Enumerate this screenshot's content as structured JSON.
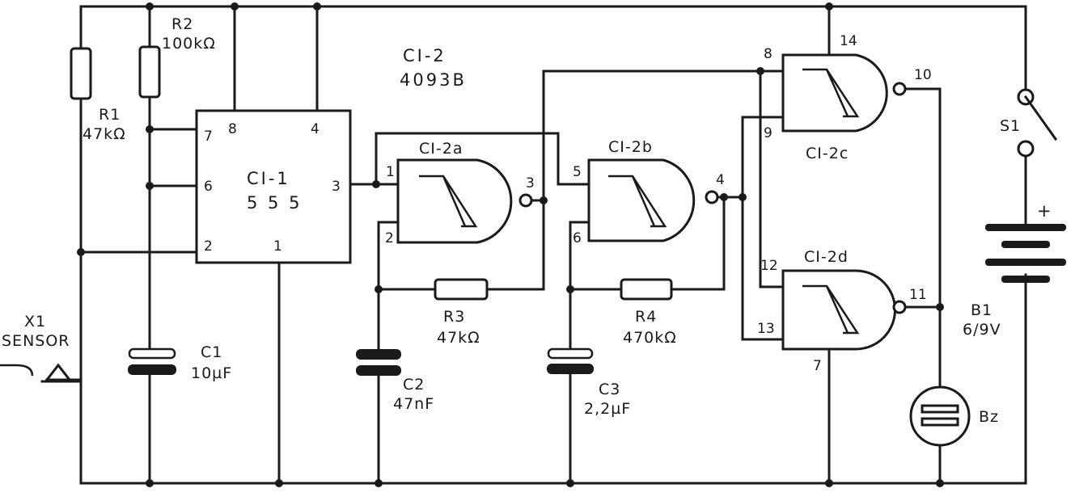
{
  "supply": {
    "label": "B1",
    "voltage": "6/9V",
    "plus": "+"
  },
  "switch": {
    "label": "S1"
  },
  "sensor": {
    "ref": "X1",
    "name": "SENSOR"
  },
  "resistors": {
    "r1": {
      "ref": "R1",
      "value": "47kΩ"
    },
    "r2": {
      "ref": "R2",
      "value": "100kΩ"
    },
    "r3": {
      "ref": "R3",
      "value": "47kΩ"
    },
    "r4": {
      "ref": "R4",
      "value": "470kΩ"
    }
  },
  "capacitors": {
    "c1": {
      "ref": "C1",
      "value": "10µF"
    },
    "c2": {
      "ref": "C2",
      "value": "47nF"
    },
    "c3": {
      "ref": "C3",
      "value": "2,2µF"
    }
  },
  "ci1": {
    "ref": "CI-1",
    "part": "5 5 5",
    "pins": {
      "p7": "7",
      "p8": "8",
      "p4": "4",
      "p6": "6",
      "p3": "3",
      "p2": "2",
      "p1": "1"
    }
  },
  "ci2": {
    "ref": "CI-2",
    "part": "4093B",
    "a": {
      "ref": "CI-2a",
      "in1": "1",
      "in2": "2",
      "out": "3"
    },
    "b": {
      "ref": "CI-2b",
      "in1": "5",
      "in2": "6",
      "out": "4"
    },
    "c": {
      "ref": "CI-2c",
      "in1": "8",
      "in2": "9",
      "out": "10",
      "vdd": "14"
    },
    "d": {
      "ref": "CI-2d",
      "in1": "12",
      "in2": "13",
      "out": "11",
      "gnd": "7"
    }
  },
  "buzzer": {
    "label": "Bz"
  }
}
